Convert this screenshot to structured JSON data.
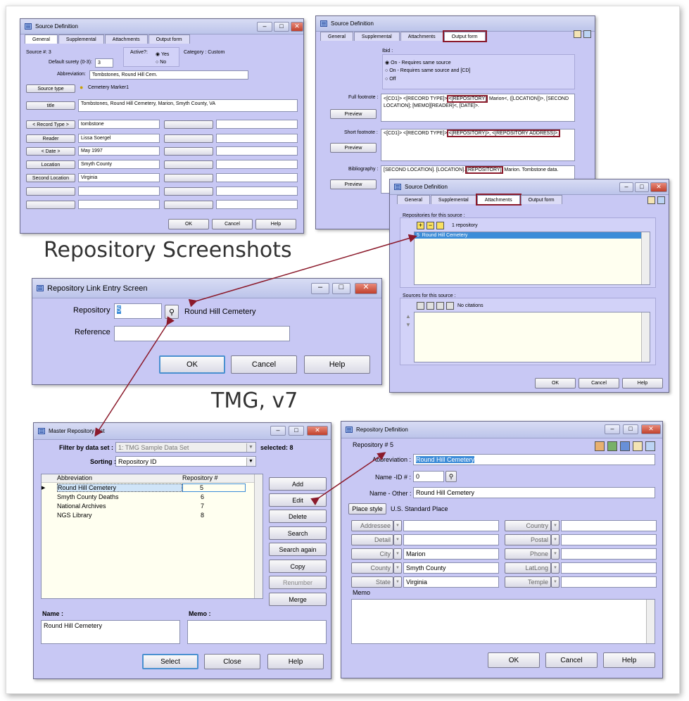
{
  "captions": {
    "repository_screenshots": "Repository Screenshots",
    "tmg_version": "TMG, v7"
  },
  "source_def_1": {
    "title": "Source Definition",
    "tabs": [
      "General",
      "Supplemental",
      "Attachments",
      "Output form"
    ],
    "source_num": "Source #: 3",
    "active_label": "Active?:",
    "active_yes": "Yes",
    "active_no": "No",
    "category": "Category : Custom",
    "default_surety_label": "Default surety (0-3):",
    "default_surety_value": "3",
    "abbreviation_label": "Abbreviation:",
    "abbreviation_value": "Tombstones, Round Hill Cem.",
    "source_type_button": "Source type",
    "source_type_value": "Cemetery Marker1",
    "title_button": "title",
    "title_value": "Tombstones, Round Hill Cemetery, Marion, Smyth County, VA",
    "rows": [
      {
        "button": "< Record Type >",
        "value": "tombstone"
      },
      {
        "button": "Reader",
        "value": "Lissa Soergel"
      },
      {
        "button": "< Date >",
        "value": "May 1997"
      },
      {
        "button": "Location",
        "value": "Smyth County"
      },
      {
        "button": "Second Location",
        "value": "Virginia"
      },
      {
        "button": "",
        "value": ""
      },
      {
        "button": "",
        "value": ""
      }
    ],
    "ok": "OK",
    "cancel": "Cancel",
    "help": "Help"
  },
  "source_def_2": {
    "title": "Source Definition",
    "tabs": [
      "General",
      "Supplemental",
      "Attachments",
      "Output form"
    ],
    "ibid_label": "Ibid :",
    "ibid_options": [
      "On - Requires same source",
      "On - Requires same source and [CD]",
      "Off"
    ],
    "full_footnote_label": "Full footnote :",
    "full_footnote_pre": "<[CD1]> <[RECORD TYPE]>",
    "full_footnote_hl": "<[REPOSITORY]",
    "full_footnote_post": ", Marion<, ([LOCATION])>, [SECOND LOCATION]; [MEMO][READER]<, [DATE]>.",
    "short_footnote_label": "Short footnote :",
    "short_footnote_pre": "<[CD1]> <[RECORD TYPE]>",
    "short_footnote_hl": "<[REPOSITORY]>, <[REPOSITORY ADDRESS]>.",
    "bibliography_label": "Bibliography :",
    "bibliography_pre": "[SECOND LOCATION]. [LOCATION].",
    "bibliography_hl": "[REPOSITORY]",
    "bibliography_post": ", Marion. Tombstone data.",
    "preview": "Preview"
  },
  "source_def_3": {
    "title": "Source Definition",
    "tabs": [
      "General",
      "Supplemental",
      "Attachments",
      "Output form"
    ],
    "repos_label": "Repositories for this source :",
    "repos_count": "1 repository",
    "repo_row_num": "5",
    "repo_row_name": "Round Hill Cemetery",
    "sources_label": "Sources for this source :",
    "no_citations": "No citations",
    "ok": "OK",
    "cancel": "Cancel",
    "help": "Help"
  },
  "repo_link": {
    "title": "Repository Link Entry Screen",
    "repository_label": "Repository",
    "repository_value": "5",
    "repository_name": "Round Hill Cemetery",
    "reference_label": "Reference",
    "reference_value": "",
    "ok": "OK",
    "cancel": "Cancel",
    "help": "Help"
  },
  "master_list": {
    "title": "Master Repository List",
    "filter_label": "Filter by data set :",
    "filter_value": "1:  TMG Sample Data Set",
    "selected": "selected: 8",
    "sorting_label": "Sorting :",
    "sorting_value": "Repository ID",
    "col_abbrev": "Abbreviation",
    "col_repo": "Repository #",
    "rows": [
      {
        "name": "Round Hill Cemetery",
        "num": "5"
      },
      {
        "name": "Smyth County Deaths",
        "num": "6"
      },
      {
        "name": "National Archives",
        "num": "7"
      },
      {
        "name": "NGS Library",
        "num": "8"
      }
    ],
    "buttons": [
      "Add",
      "Edit",
      "Delete",
      "Search",
      "Search again",
      "Copy",
      "Renumber",
      "Merge"
    ],
    "name_label": "Name :",
    "name_value": "Round Hill Cemetery",
    "memo_label": "Memo :",
    "select": "Select",
    "close": "Close",
    "help": "Help"
  },
  "repo_def": {
    "title": "Repository Definition",
    "repo_num": "Repository # 5",
    "abbrev_label": "Abbreviation :",
    "abbrev_value": "Round Hill Cemetery",
    "name_id_label": "Name -ID # :",
    "name_id_value": "0",
    "name_other_label": "Name - Other :",
    "name_other_value": "Round Hill Cemetery",
    "place_style_button": "Place style",
    "place_style_value": "U.S. Standard Place",
    "left_fields": [
      {
        "label": "Addressee",
        "value": ""
      },
      {
        "label": "Detail",
        "value": ""
      },
      {
        "label": "City",
        "value": "Marion"
      },
      {
        "label": "County",
        "value": "Smyth County"
      },
      {
        "label": "State",
        "value": "Virginia"
      }
    ],
    "right_fields": [
      {
        "label": "Country",
        "value": ""
      },
      {
        "label": "Postal",
        "value": ""
      },
      {
        "label": "Phone",
        "value": ""
      },
      {
        "label": "LatLong",
        "value": ""
      },
      {
        "label": "Temple",
        "value": ""
      }
    ],
    "memo_label": "Memo",
    "ok": "OK",
    "cancel": "Cancel",
    "help": "Help"
  },
  "colors": {
    "window_bg": "#c8c8f4",
    "highlight": "#8b1a2b",
    "arrow": "#8b1a2b",
    "selection": "#3c8cd8"
  }
}
